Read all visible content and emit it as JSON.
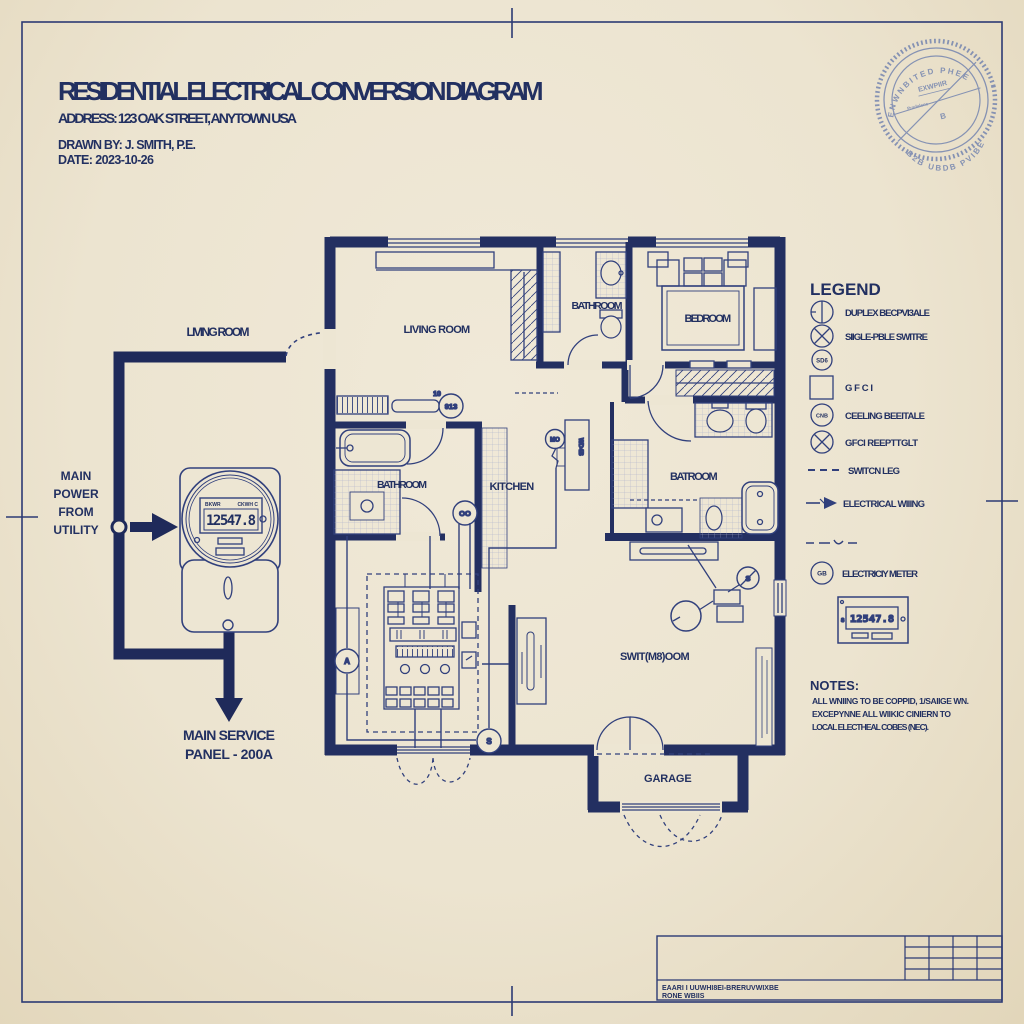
{
  "sheet": {
    "title": "RESIDENTIAL ELECTRICAL CONVERSION DIAGRAM",
    "address": "ADDRESS: 123 OAK STREET, ANYTOWN USA",
    "drawn_by": "DRAWN BY: J. SMITH, P.E.",
    "date": "DATE: 2023-10-26"
  },
  "colors": {
    "ink": "#223061",
    "wall": "#232f61",
    "paper": "#ece4d0",
    "stamp": "#6d7fae"
  },
  "feeder": {
    "living_room_tag": "LIVING ROOM",
    "source_label_lines": [
      "MAIN",
      "POWER",
      "FROM",
      "UTILITY"
    ],
    "panel_label_line1": "MAIN SERVICE",
    "panel_label_line2": "PANEL - 200A",
    "meter": {
      "reading": "12547.8",
      "top_left": "BKWR",
      "top_right": "CKWH C"
    }
  },
  "rooms": {
    "living_room": "LIVING ROOM",
    "bathroom_top": "BATHROOM",
    "bedroom": "BEDROOM",
    "bathroom_mid": "BATHROOM",
    "kitchen": "KITCHEN",
    "bathroom_right": "BATROOM",
    "switch_room": "SWIT(M8)OOM",
    "garage": "GARAGE"
  },
  "devices": {
    "thermostat": "913",
    "thermostat_num": "10",
    "kitchen_mo": "MO",
    "kitchen_oo": "OO",
    "panel_a": "A",
    "panel_s": "S",
    "switch_s": "S",
    "fridge": "WD4B"
  },
  "legend": {
    "heading": "LEGEND",
    "items": [
      {
        "label": "DUPLEX BECPVI3ALE"
      },
      {
        "label": "SIIGLE-PBLE SWITRE"
      },
      {
        "label": "",
        "symbol_text": "SD6"
      },
      {
        "label": "GFCI"
      },
      {
        "label": "CEELING BEEITALE",
        "symbol_text": "CNB"
      },
      {
        "label": "GFCI REEPTTGLT"
      },
      {
        "label": "SWITCN LEG"
      },
      {
        "label": "ELECTRICAL WIIING"
      },
      {
        "label": ""
      },
      {
        "label": "ELECTRICIY METER",
        "symbol_text": "GB"
      }
    ],
    "meter_reading": "12547.8",
    "meter_side": "S"
  },
  "notes": {
    "heading": "NOTES:",
    "lines": [
      "ALL WNIING TO BE COPPID, 1/SAIIGE WN.",
      "EXCEPYNNE  ALL WIIKIC CINIERN TO",
      "LOCAL ELECTHEAL COBES (NEC)."
    ]
  },
  "stamp": {
    "arc_top": "ENWNBITED PHEE",
    "arc_bottom": "B2B UBDB PVIBE",
    "center": "EXWPIIR",
    "script": "Pradelens",
    "sub": "B"
  },
  "title_block": {
    "lines": [
      "EAARI I UUWHI8EI-BRERUVWIXBE",
      "RONE WBIIS"
    ]
  }
}
